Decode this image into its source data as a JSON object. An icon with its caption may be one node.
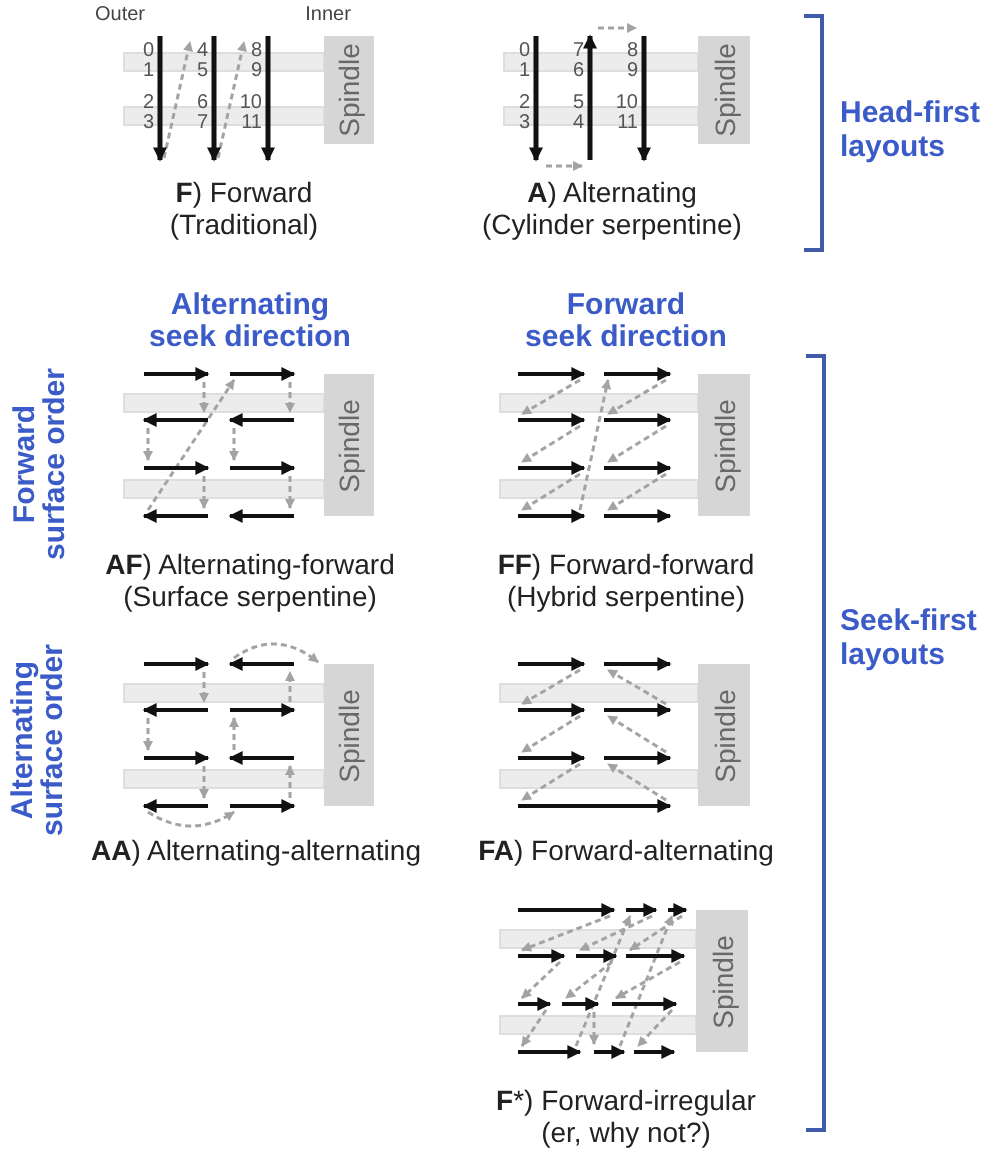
{
  "diagram": {
    "nodes": [
      {
        "text": [
          "Spindle"
        ]
      },
      {
        "text": [
          "Spindle"
        ]
      },
      {
        "text": [
          "Spindle"
        ]
      },
      {
        "text": [
          "Spindle"
        ]
      },
      {
        "text": [
          "Spindle"
        ]
      },
      {
        "text": [
          "Spindle"
        ]
      },
      {
        "text": [
          "Spindle"
        ]
      }
    ],
    "labels": [
      "Outer",
      "Inner",
      "0",
      "4",
      "8",
      "1",
      "5",
      "9",
      "2",
      "6",
      "10",
      "3",
      "7",
      "11",
      "**F**) Forward (Traditional)",
      "0",
      "7",
      "8",
      "1",
      "6",
      "9",
      "2",
      "5",
      "10",
      "3",
      "4",
      "11",
      "**A**) Alternating (Cylinder serpentine)",
      "Head-first layouts",
      "Alternating seek direction",
      "Forward seek direction",
      "Forward surface order",
      "**AF**) Alternating-forward (Surface serpentine)",
      "**FF**) Forward-forward (Hybrid serpentine)",
      "Seek-first layouts",
      "Alternating surface order",
      "**AA**) Alternating-alternating",
      "**FA**) Forward-alternating",
      "**F***) Forward-irregular (er, why not?)"
    ]
  }
}
